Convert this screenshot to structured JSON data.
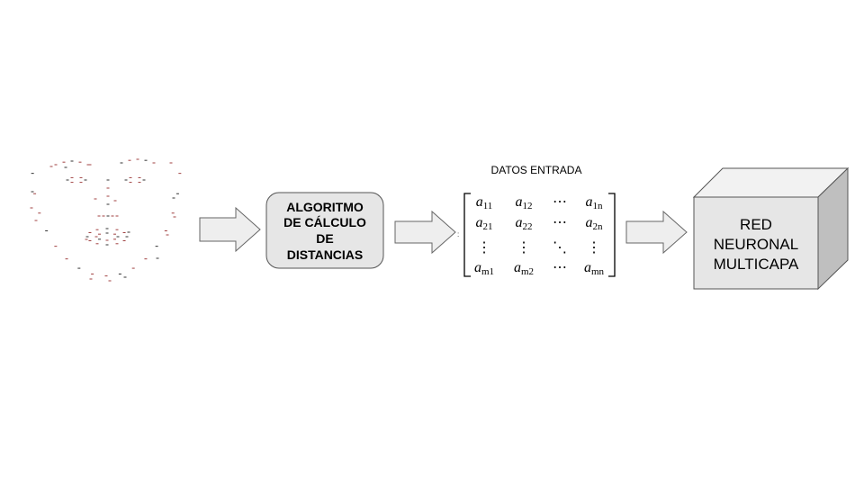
{
  "process_box": {
    "lines": [
      "ALGORITMO",
      "DE CÁLCULO",
      "DE",
      "DISTANCIAS"
    ]
  },
  "matrix": {
    "caption": "DATOS ENTRADA",
    "rows": [
      [
        {
          "v": "a",
          "s": "11"
        },
        {
          "v": "a",
          "s": "12"
        },
        {
          "v": "⋯",
          "s": ""
        },
        {
          "v": "a",
          "s": "1n"
        }
      ],
      [
        {
          "v": "a",
          "s": "21"
        },
        {
          "v": "a",
          "s": "22"
        },
        {
          "v": "⋯",
          "s": ""
        },
        {
          "v": "a",
          "s": "2n"
        }
      ],
      [
        {
          "v": "⋮",
          "s": ""
        },
        {
          "v": "⋮",
          "s": ""
        },
        {
          "v": "⋱",
          "s": ""
        },
        {
          "v": "⋮",
          "s": ""
        }
      ],
      [
        {
          "v": "a",
          "s": "m1"
        },
        {
          "v": "a",
          "s": "m2"
        },
        {
          "v": "⋯",
          "s": ""
        },
        {
          "v": "a",
          "s": "mn"
        }
      ]
    ]
  },
  "network_box": {
    "lines": [
      "RED",
      "NEURONAL",
      "MULTICAPA"
    ]
  },
  "colors": {
    "arrow_fill": "#eeeeee",
    "box_fill": "#e6e6e6",
    "cube_side": "#bfbfbf",
    "stroke": "#666666",
    "landmark": "#a04040"
  }
}
